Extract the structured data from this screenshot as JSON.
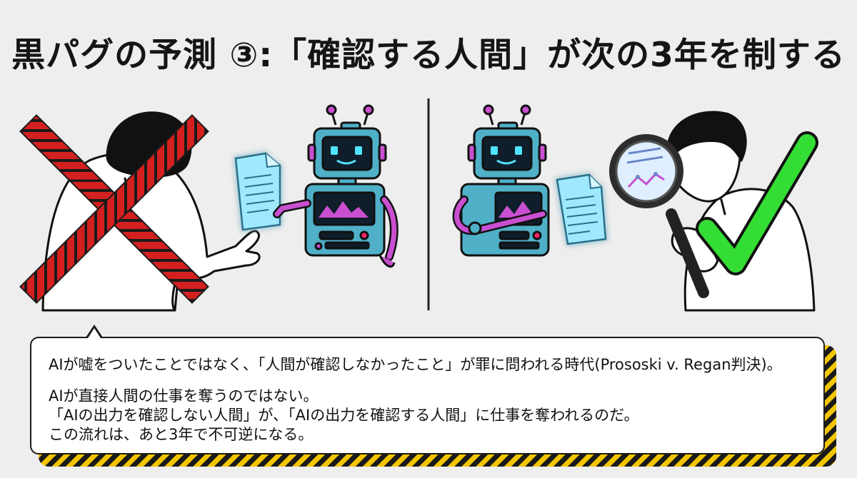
{
  "title": "黒パグの予測 ③:「確認する人間」が次の3年を制する",
  "caption": {
    "line1": "AIが嘘をついたことではなく、「人間が確認しなかったこと」が罪に問われる時代(Prososki v. Regan判決)。",
    "line2": "AIが直接人間の仕事を奪うのではない。",
    "line3": "「AIの出力を確認しない人間」が、「AIの出力を確認する人間」に仕事を奪われるのだ。",
    "line4": "この流れは、あと3年で不可逆になる。"
  },
  "colors": {
    "cross": "#d42020",
    "check": "#33dd33",
    "robot_body": "#4fb0c8",
    "robot_accent": "#c94fd0",
    "document": "#7fe3ff",
    "caption_stripe": "#f2c500"
  },
  "icons": {
    "left_panel": [
      "person-icon",
      "robot-icon",
      "document-icon",
      "cross-mark-icon"
    ],
    "right_panel": [
      "robot-icon",
      "document-icon",
      "person-icon",
      "magnifier-icon",
      "check-mark-icon"
    ]
  }
}
